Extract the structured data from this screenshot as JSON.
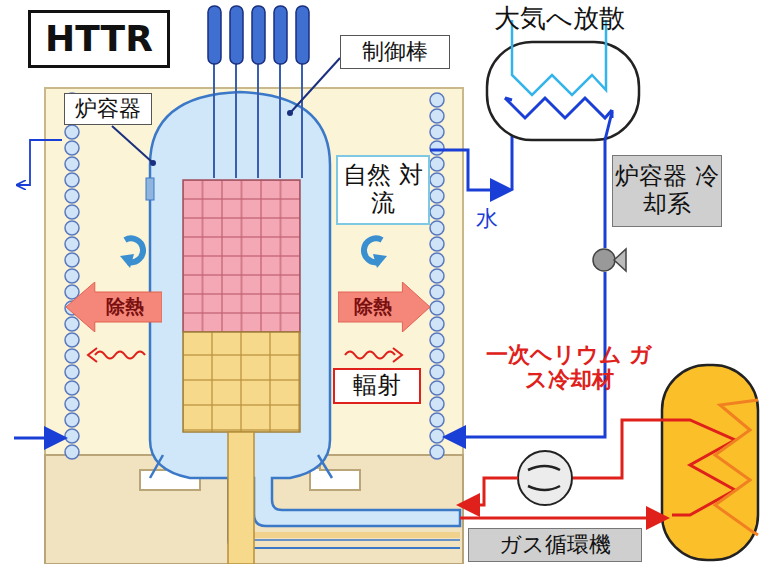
{
  "diagram": {
    "nodes": [
      {
        "text": [
          "HTTR"
        ]
      },
      {
        "text": [
          "炉容器"
        ]
      },
      {
        "text": [
          "制御棒"
        ]
      },
      {
        "text": [
          "自然 対流"
        ]
      },
      {
        "text": [
          "炉容器 冷却系"
        ]
      },
      {
        "text": [
          "除熱"
        ]
      },
      {
        "text": [
          "除熱"
        ]
      },
      {
        "text": [
          "輻射"
        ]
      },
      {
        "text": [
          "ガス循環機"
        ]
      }
    ],
    "labels": [
      "大気へ放散",
      "水",
      "一次ヘリウム ガス冷却材"
    ]
  }
}
